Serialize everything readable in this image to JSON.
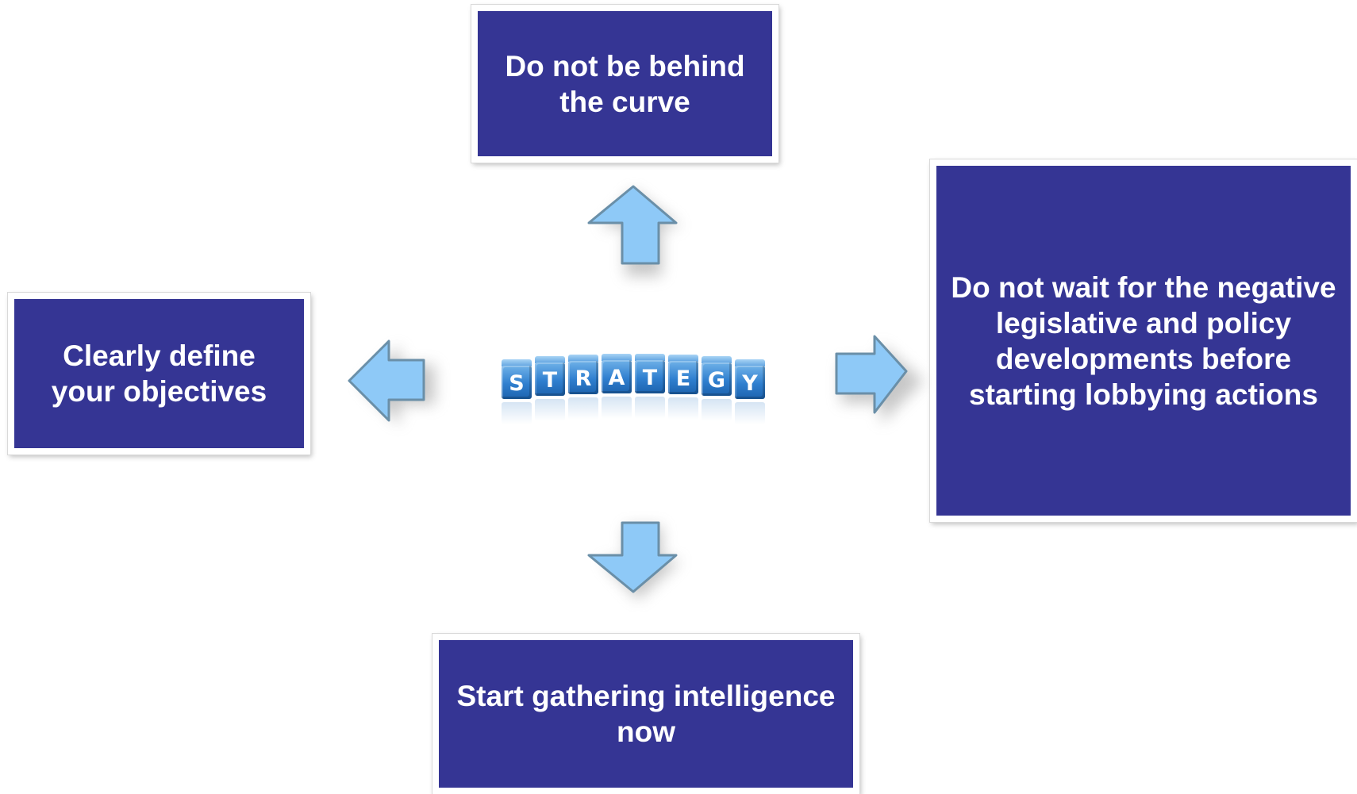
{
  "boxes": {
    "top": "Do not be behind the curve",
    "right": "Do not wait for the negative legislative and policy developments before starting lobbying actions",
    "left": "Clearly define your objectives",
    "bottom": "Start gathering intelligence now"
  },
  "strategy_letters": [
    "S",
    "T",
    "R",
    "A",
    "T",
    "E",
    "G",
    "Y"
  ],
  "colors": {
    "box_fill": "#353594",
    "box_text": "#ffffff",
    "arrow_fill": "#8ec9f7",
    "arrow_stroke": "#6a8fa8",
    "cube_blue": "#2f7fcf"
  },
  "icons": {
    "center": "strategy-blocks-icon",
    "arrows": [
      "arrow-up-icon",
      "arrow-right-icon",
      "arrow-down-icon",
      "arrow-left-icon"
    ]
  }
}
